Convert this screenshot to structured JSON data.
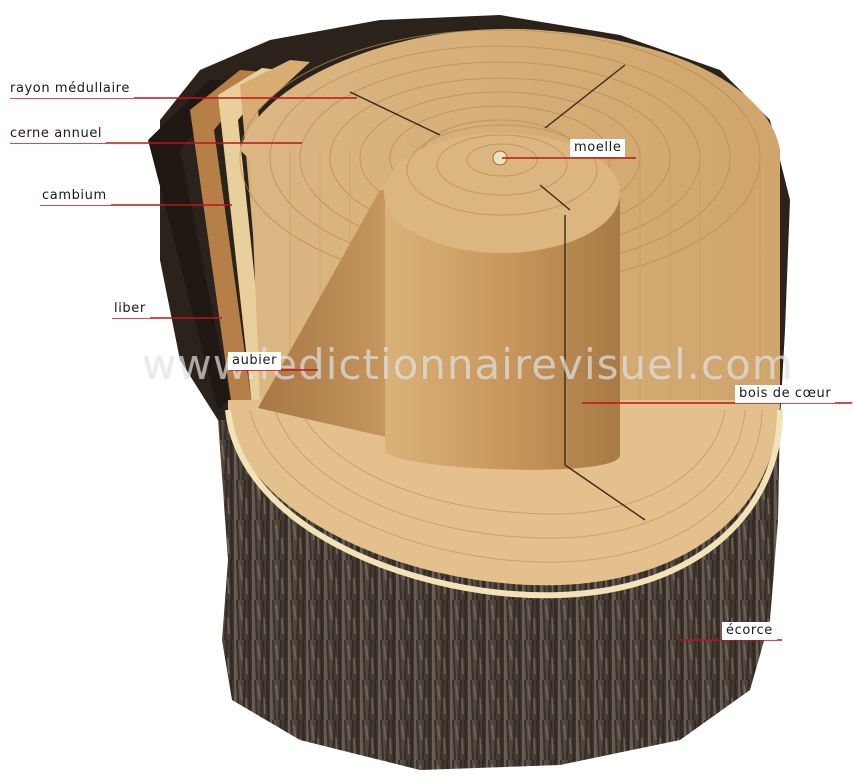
{
  "labels": {
    "rayon": "rayon médullaire",
    "cerne": "cerne annuel",
    "cambium": "cambium",
    "liber": "liber",
    "aubier": "aubier",
    "moelle": "moelle",
    "bois_coeur": "bois de cœur",
    "ecorce": "écorce"
  },
  "watermark": "www.ledictionnairevisuel.com",
  "colors": {
    "leader_line": "#c0121a",
    "wood_light": "#e6c594",
    "wood_mid": "#c99a60",
    "wood_dark": "#8a5a2b",
    "bark": "#5a4c40",
    "sapwood_band": "#f2e2b8"
  }
}
